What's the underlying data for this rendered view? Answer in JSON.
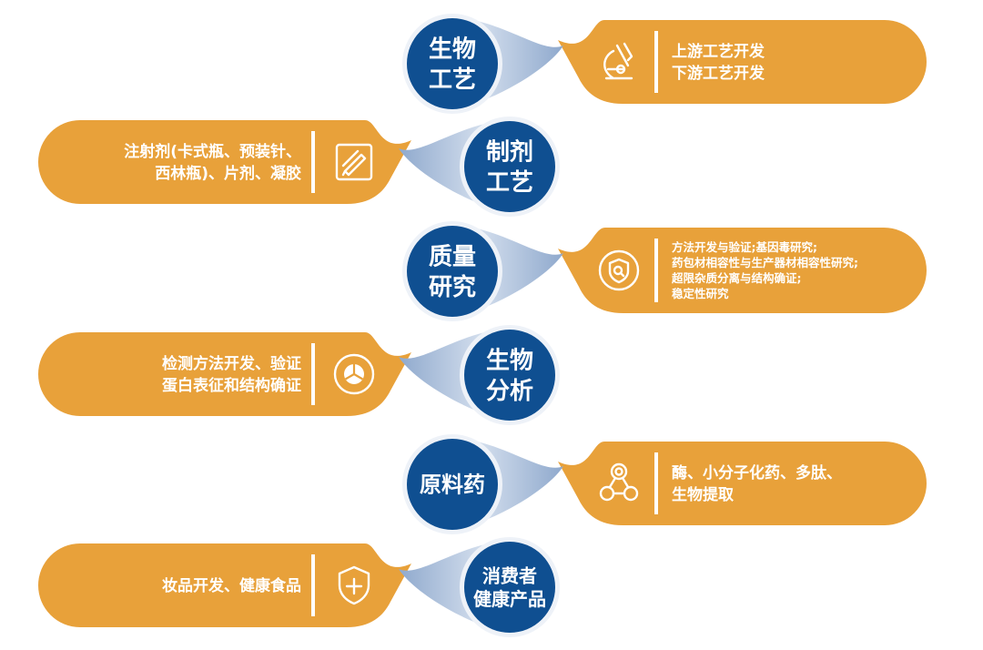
{
  "colors": {
    "circle": "#0f4f91",
    "circle_border": "#eef2f8",
    "pill": "#e8a13a",
    "fin_light": "#eaf0f8",
    "fin_dark": "#8fa9cd",
    "text": "#ffffff"
  },
  "rows": [
    {
      "id": "bioprocess",
      "side": "right",
      "circle_lines": [
        "生物",
        "工艺"
      ],
      "icon": "microscope-icon",
      "pill_lines": [
        "上游工艺开发",
        "下游工艺开发"
      ]
    },
    {
      "id": "formulation",
      "side": "left",
      "circle_lines": [
        "制剂",
        "工艺"
      ],
      "icon": "pen-icon",
      "pill_lines": [
        "注射剂(卡式瓶、预装针、",
        "西林瓶)、片剂、凝胶"
      ]
    },
    {
      "id": "quality",
      "side": "right",
      "circle_lines": [
        "质量",
        "研究"
      ],
      "icon": "shield-search-icon",
      "pill_lines": [
        "方法开发与验证;基因毒研究;",
        "药包材相容性与生产器材相容性研究;",
        "超限杂质分离与结构确证;",
        "稳定性研究"
      ]
    },
    {
      "id": "bioanalysis",
      "side": "left",
      "circle_lines": [
        "生物",
        "分析"
      ],
      "icon": "pie-chart-icon",
      "pill_lines": [
        "检测方法开发、验证",
        "蛋白表征和结构确证"
      ]
    },
    {
      "id": "api",
      "side": "right",
      "circle_lines": [
        "原料药"
      ],
      "icon": "molecule-icon",
      "pill_lines": [
        "酶、小分子化药、多肽、",
        "生物提取"
      ]
    },
    {
      "id": "consumer",
      "side": "left",
      "circle_lines": [
        "消费者",
        "健康产品"
      ],
      "icon": "shield-plus-icon",
      "pill_lines": [
        "妆品开发、健康食品"
      ]
    }
  ]
}
